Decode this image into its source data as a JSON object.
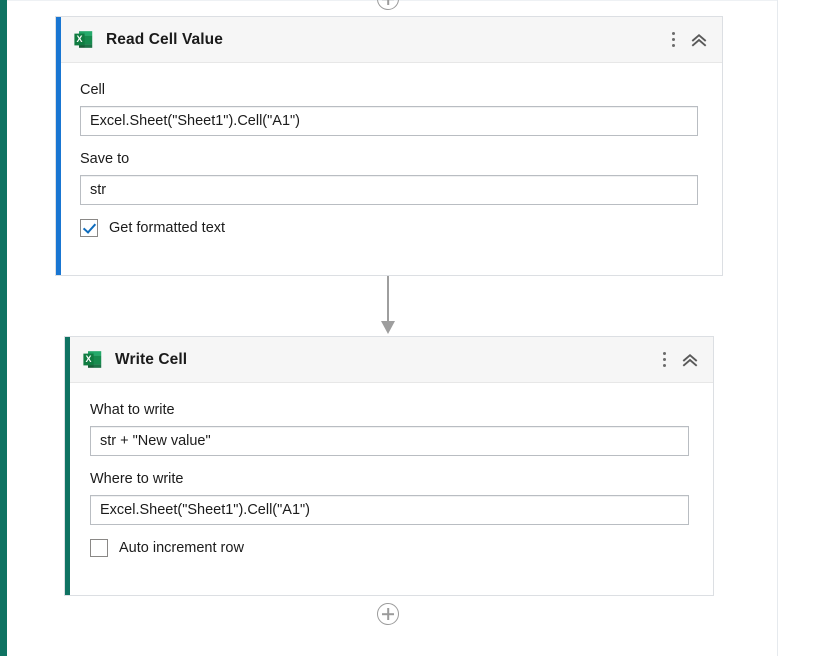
{
  "canvas": {
    "add_step_top": "add-step",
    "add_step_bottom": "add-step"
  },
  "cards": [
    {
      "id": "read-cell-value",
      "title": "Read Cell Value",
      "app_icon": "excel-icon",
      "accent_color": "#1976d2",
      "menu_icon": "kebab-menu-icon",
      "collapse_icon": "double-chevron-up-icon",
      "fields": [
        {
          "label": "Cell",
          "value": "Excel.Sheet(\"Sheet1\").Cell(\"A1\")"
        },
        {
          "label": "Save to",
          "value": "str"
        }
      ],
      "checkbox": {
        "label": "Get formatted text",
        "checked": true
      }
    },
    {
      "id": "write-cell",
      "title": "Write Cell",
      "app_icon": "excel-icon",
      "accent_color": "#0f7362",
      "menu_icon": "kebab-menu-icon",
      "collapse_icon": "double-chevron-up-icon",
      "fields": [
        {
          "label": "What to write",
          "value": "str + \"New value\""
        },
        {
          "label": "Where to write",
          "value": "Excel.Sheet(\"Sheet1\").Cell(\"A1\")"
        }
      ],
      "checkbox": {
        "label": "Auto increment row",
        "checked": false
      }
    }
  ],
  "colors": {
    "flow_rail": "#0f7362",
    "accent_blue": "#1976d2",
    "accent_teal": "#0f7362",
    "connector": "#9e9e9e",
    "checkbox_check": "#0f6cbd",
    "card_header_bg": "#f6f6f6",
    "card_border": "#dcdfe3"
  }
}
